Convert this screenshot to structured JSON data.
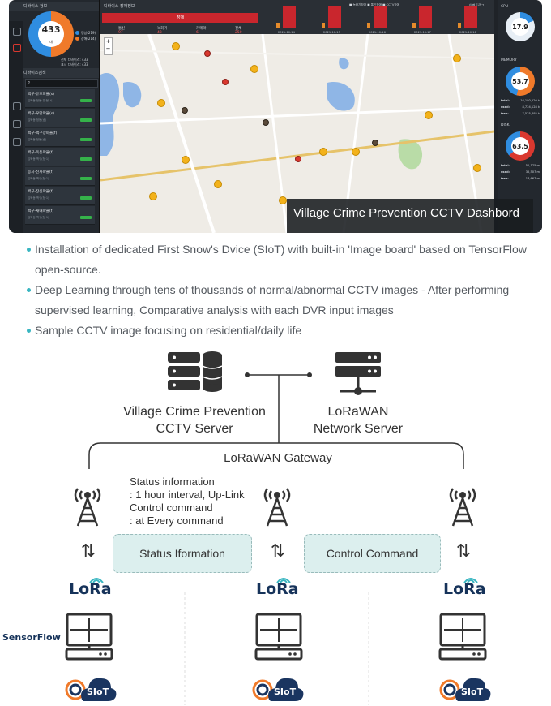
{
  "dashboard": {
    "left_panel_title": "디바이스 정보",
    "device_donut_value": "433",
    "device_donut_unit": "대",
    "legend_normal": "정상(219)",
    "legend_abnormal": "장애(214)",
    "legend_total": "전체 디바이스: 433",
    "legend_display": "표시 디바이스: 433",
    "search_title": "디바이스검색",
    "list_items": [
      {
        "title": "백구-유호마을(s)",
        "sub": "입북동 정동·유·현(시)"
      },
      {
        "title": "백구-우당마을(s)",
        "sub": "입북동 정동(송)"
      },
      {
        "title": "백구-백구장마을(f)",
        "sub": "입북동 정동(송)"
      },
      {
        "title": "백구-옥동마을(f)",
        "sub": "입북동 백구(청·1)"
      },
      {
        "title": "응지-신사마을(f)",
        "sub": "입북동 백구(청·1)"
      },
      {
        "title": "백구-장신마을(f)",
        "sub": "입북동 백구(청·1)"
      },
      {
        "title": "백구-새내마을(f)",
        "sub": "입북동 백구(청·1)"
      }
    ],
    "header_title": "디바이스 장애정보",
    "alert_tab": "장애",
    "header_stats": [
      {
        "label": "통신",
        "value": "97"
      },
      {
        "label": "녹화기",
        "value": "43"
      },
      {
        "label": "카메라",
        "value": "6"
      },
      {
        "label": "전체",
        "value": "250"
      }
    ],
    "chart_legend": "■ 녹화기장애  ■ 통신장애  ■ CCTV장애",
    "chart_dates": [
      "2021-10-14",
      "2021-10-15",
      "2021-10-16",
      "2021-10-17",
      "2021-10-18"
    ],
    "event_log": "이벤트로그",
    "cpu_label": "CPU",
    "cpu_value": "17.9",
    "memory_label": "MEMORY",
    "memory_value": "53.7",
    "disk_label": "DISK",
    "disk_value": "63.5",
    "memory_rows": [
      [
        "total:",
        "16,180,520 k"
      ],
      [
        "used:",
        "8,724,128 k"
      ],
      [
        "free:",
        "7,525,892 k"
      ]
    ],
    "disk_rows": [
      [
        "total:",
        "51,175 m"
      ],
      [
        "used:",
        "32,507 m"
      ],
      [
        "free:",
        "18,667 m"
      ]
    ],
    "caption": "Village Crime Prevention CCTV Dashbord"
  },
  "bullets": [
    "Installation of dedicated First Snow's Dvice (SIoT) with built-in 'Image board' based on TensorFlow open-source.",
    "Deep Learning through tens of thousands of normal/abnormal CCTV images - After performing supervised learning, Comparative analysis with each DVR input images",
    "Sample CCTV image focusing on residential/daily life"
  ],
  "diagram": {
    "server_left": [
      "Village Crime Prevention",
      "CCTV Server"
    ],
    "server_right": [
      "LoRaWAN",
      "Network Server"
    ],
    "gateway": "LoRaWAN Gateway",
    "status_title": "Status information",
    "status_desc": ": 1 hour interval, Up-Link",
    "control_title": "Control command",
    "control_desc": ": at Every command",
    "pill_left": "Status Iformation",
    "pill_right": "Control Command",
    "arrows": "⇅",
    "lora": "LoRa",
    "sensorflow": "SensorFlow",
    "siot": "SIoT"
  },
  "colors": {
    "accent": "#39b6c1",
    "lora": "#16335a",
    "siot_cloud": "#1a3560",
    "siot_ring": "#f07a2a"
  }
}
